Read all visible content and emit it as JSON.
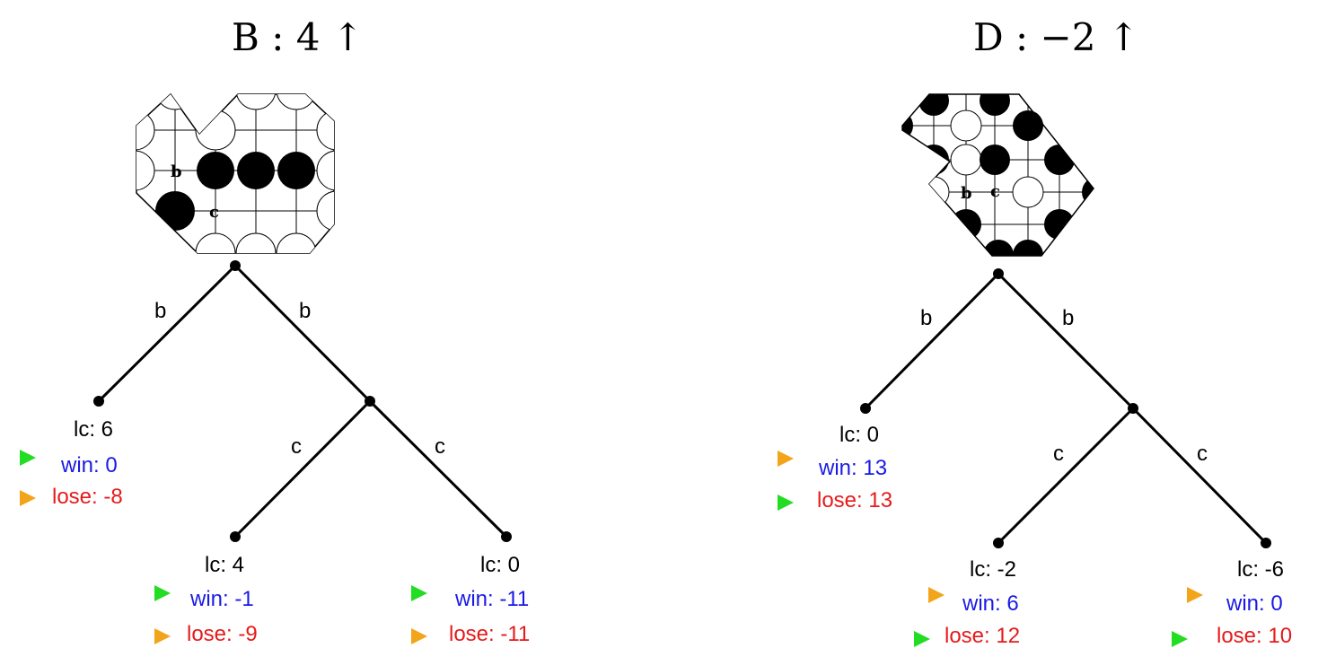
{
  "colors": {
    "win": "#1a1ae6",
    "lose": "#e61a1a",
    "arrow_green": "#22dd22",
    "arrow_orange": "#f2a51a",
    "edge": "#000000"
  },
  "panels": [
    {
      "title": "B :  4 ↑",
      "board_labels": [
        "b",
        "c"
      ],
      "root_edges": [
        "b",
        "b"
      ],
      "child_edges": [
        "c",
        "c"
      ],
      "leaves": [
        {
          "lc": "lc: 6",
          "win": "win: 0",
          "lose": "lose: -8",
          "win_arrow": "green",
          "lose_arrow": "orange"
        },
        {
          "lc": "lc: 4",
          "win": "win: -1",
          "lose": "lose: -9",
          "win_arrow": "green",
          "lose_arrow": "orange"
        },
        {
          "lc": "lc: 0",
          "win": "win: -11",
          "lose": "lose: -11",
          "win_arrow": "green",
          "lose_arrow": "orange"
        }
      ]
    },
    {
      "title": "D :  −2 ↑",
      "board_labels": [
        "b",
        "c"
      ],
      "root_edges": [
        "b",
        "b"
      ],
      "child_edges": [
        "c",
        "c"
      ],
      "leaves": [
        {
          "lc": "lc: 0",
          "win": "win: 13",
          "lose": "lose: 13",
          "win_arrow": "orange",
          "lose_arrow": "green"
        },
        {
          "lc": "lc: -2",
          "win": "win: 6",
          "lose": "lose: 12",
          "win_arrow": "orange",
          "lose_arrow": "green"
        },
        {
          "lc": "lc: -6",
          "win": "win: 0",
          "lose": "lose: 10",
          "win_arrow": "orange",
          "lose_arrow": "green"
        }
      ]
    }
  ]
}
